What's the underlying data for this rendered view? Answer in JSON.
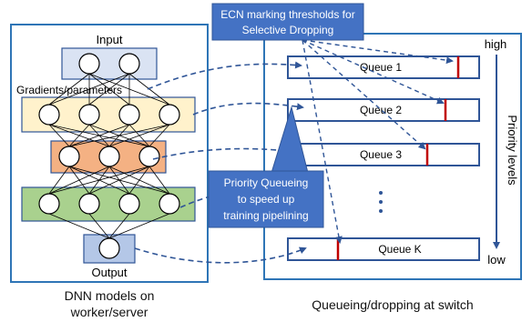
{
  "left_panel": {
    "input_label": "Input",
    "gradients_label": "Gradients/parameters",
    "output_label": "Output",
    "caption_line1": "DNN models on",
    "caption_line2": "worker/server"
  },
  "ecn_box": {
    "line1": "ECN marking thresholds for",
    "line2": "Selective Dropping"
  },
  "pq_box": {
    "line1": "Priority Queueing",
    "line2": "to speed up",
    "line3": "training pipelining"
  },
  "right_panel": {
    "high_label": "high",
    "low_label": "low",
    "priority_label": "Priority levels",
    "ellipsis": "•\n•\n•",
    "queues": [
      "Queue 1",
      "Queue 2",
      "Queue 3",
      "Queue K"
    ],
    "caption": "Queueing/dropping at switch"
  },
  "colors": {
    "panel_border": "#2e75b6",
    "layer_input": "#dae3f3",
    "layer_gradients": "#fff2cc",
    "layer_hidden": "#f4b183",
    "layer_green": "#a9d18e",
    "layer_output": "#b4c7e7",
    "callout_fill": "#4472c4",
    "threshold_red": "#c00000",
    "arrow_blue": "#2f5597"
  }
}
